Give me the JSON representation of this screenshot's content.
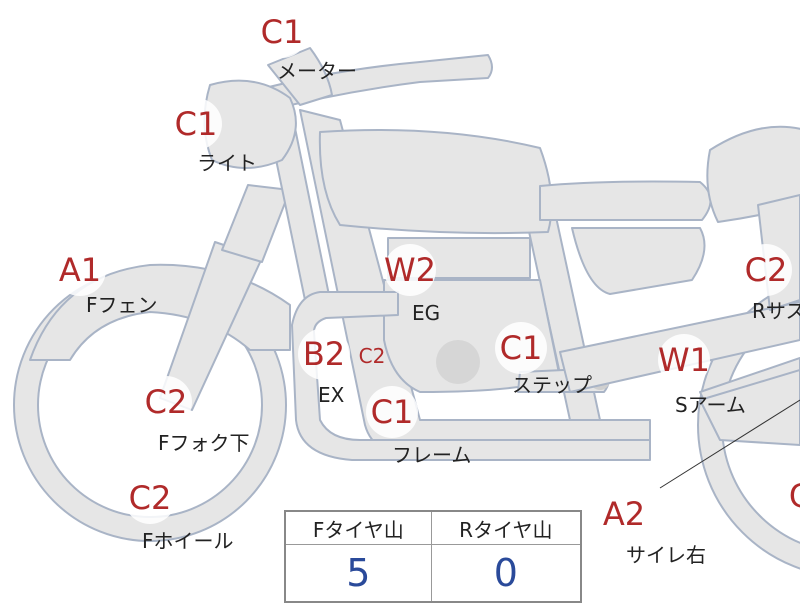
{
  "colors": {
    "part_fill": "#e6e6e6",
    "part_stroke": "#a9b4c6",
    "grade_text": "#b02a2a",
    "label_text": "#222222",
    "table_value": "#2a4a9a"
  },
  "parts": [
    {
      "grade": "C1",
      "label": "メーター"
    },
    {
      "grade": "C1",
      "label": "ライト"
    },
    {
      "grade": "A1",
      "label": "Fフェン"
    },
    {
      "grade": "W2",
      "label": "EG"
    },
    {
      "grade": "B2",
      "sub": "C2",
      "label": "EX"
    },
    {
      "grade": "C1",
      "label": "ステップ"
    },
    {
      "grade": "W1",
      "label": "Sアーム"
    },
    {
      "grade": "C2",
      "label": "Rサス"
    },
    {
      "grade": "C2",
      "label": "Fフォク下"
    },
    {
      "grade": "C1",
      "label": "フレーム"
    },
    {
      "grade": "C2",
      "label": "Fホイール"
    },
    {
      "grade": "A2",
      "label": "サイレ右"
    },
    {
      "grade": "C"
    }
  ],
  "tire_table": {
    "headers": [
      "Fタイヤ山",
      "Rタイヤ山"
    ],
    "values": [
      "5",
      "0"
    ]
  }
}
